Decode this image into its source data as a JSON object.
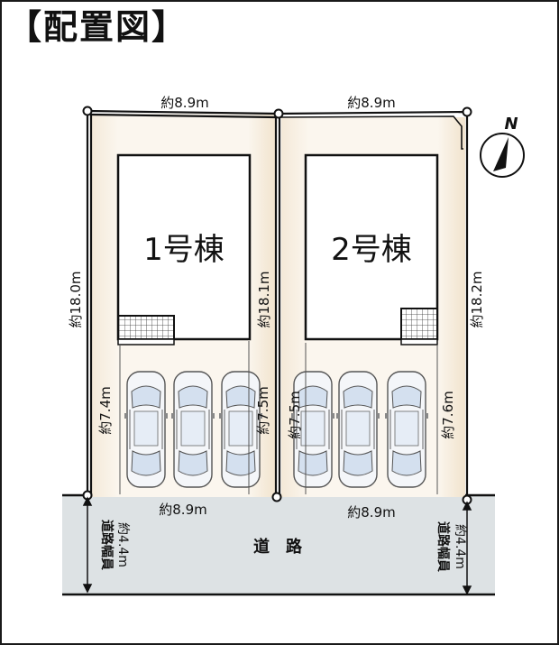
{
  "title": "【配置図】",
  "lots": [
    {
      "name": "1号棟",
      "frontage_top": "約8.9m",
      "frontage_bottom": "約8.9m",
      "depth_left": "約18.0m",
      "depth_right": "約18.1m",
      "parking_left": "約7.4m",
      "parking_right": "約7.5m",
      "cars": 3
    },
    {
      "name": "2号棟",
      "frontage_top": "約8.9m",
      "frontage_bottom": "約8.9m",
      "depth_left": "約7.5m",
      "depth_right": "約18.2m",
      "parking_right": "約7.6m",
      "cars": 3
    }
  ],
  "road": {
    "label": "道　路",
    "width_label_left": "道路幅員",
    "width_value_left": "約4.4m",
    "width_label_right": "道路幅員",
    "width_value_right": "約4.4m"
  },
  "compass": {
    "label": "N"
  },
  "colors": {
    "lot_fill": "#f7efe2",
    "road_fill": "#dde2e4",
    "line": "#111111",
    "car_glass": "#d4e0ef"
  }
}
